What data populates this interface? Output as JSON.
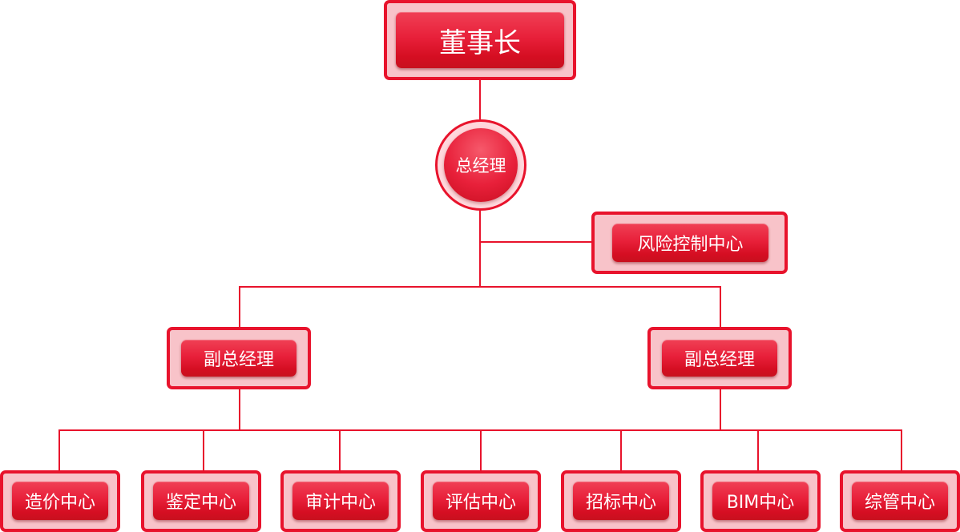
{
  "chart": {
    "chairman": "董事长",
    "general_manager": "总经理",
    "risk_control": "风险控制中心",
    "deputy_left": "副总经理",
    "deputy_right": "副总经理",
    "centers": [
      "造价中心",
      "鉴定中心",
      "审计中心",
      "评估中心",
      "招标中心",
      "BIM中心",
      "综管中心"
    ]
  },
  "colors": {
    "accent": "#e8132c",
    "frame": "#f8c3c9",
    "text": "#ffffff"
  }
}
